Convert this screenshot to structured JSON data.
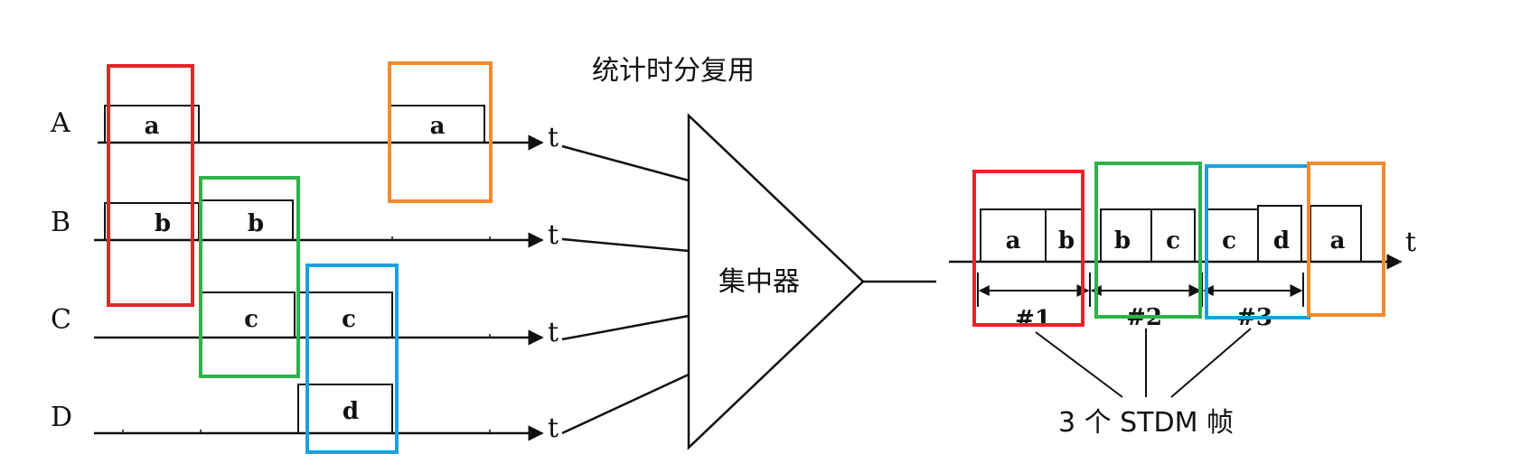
{
  "title": "统计时分复用",
  "concentrator_label": "集中器",
  "time_axis_label": "t",
  "channels": [
    {
      "name": "A",
      "slots": [
        "a",
        "a"
      ]
    },
    {
      "name": "B",
      "slots": [
        "b",
        "b"
      ]
    },
    {
      "name": "C",
      "slots": [
        "c",
        "c"
      ]
    },
    {
      "name": "D",
      "slots": [
        "d"
      ]
    }
  ],
  "output_slots": [
    "a",
    "b",
    "b",
    "c",
    "c",
    "d",
    "a"
  ],
  "frames": [
    "#1",
    "#2",
    "#3"
  ],
  "frames_caption": "3 个 STDM 帧",
  "highlight_colors": {
    "frame1": "#e8232a",
    "frame2": "#2db34a",
    "frame3": "#1aa0e0",
    "next": "#f28a2e"
  }
}
